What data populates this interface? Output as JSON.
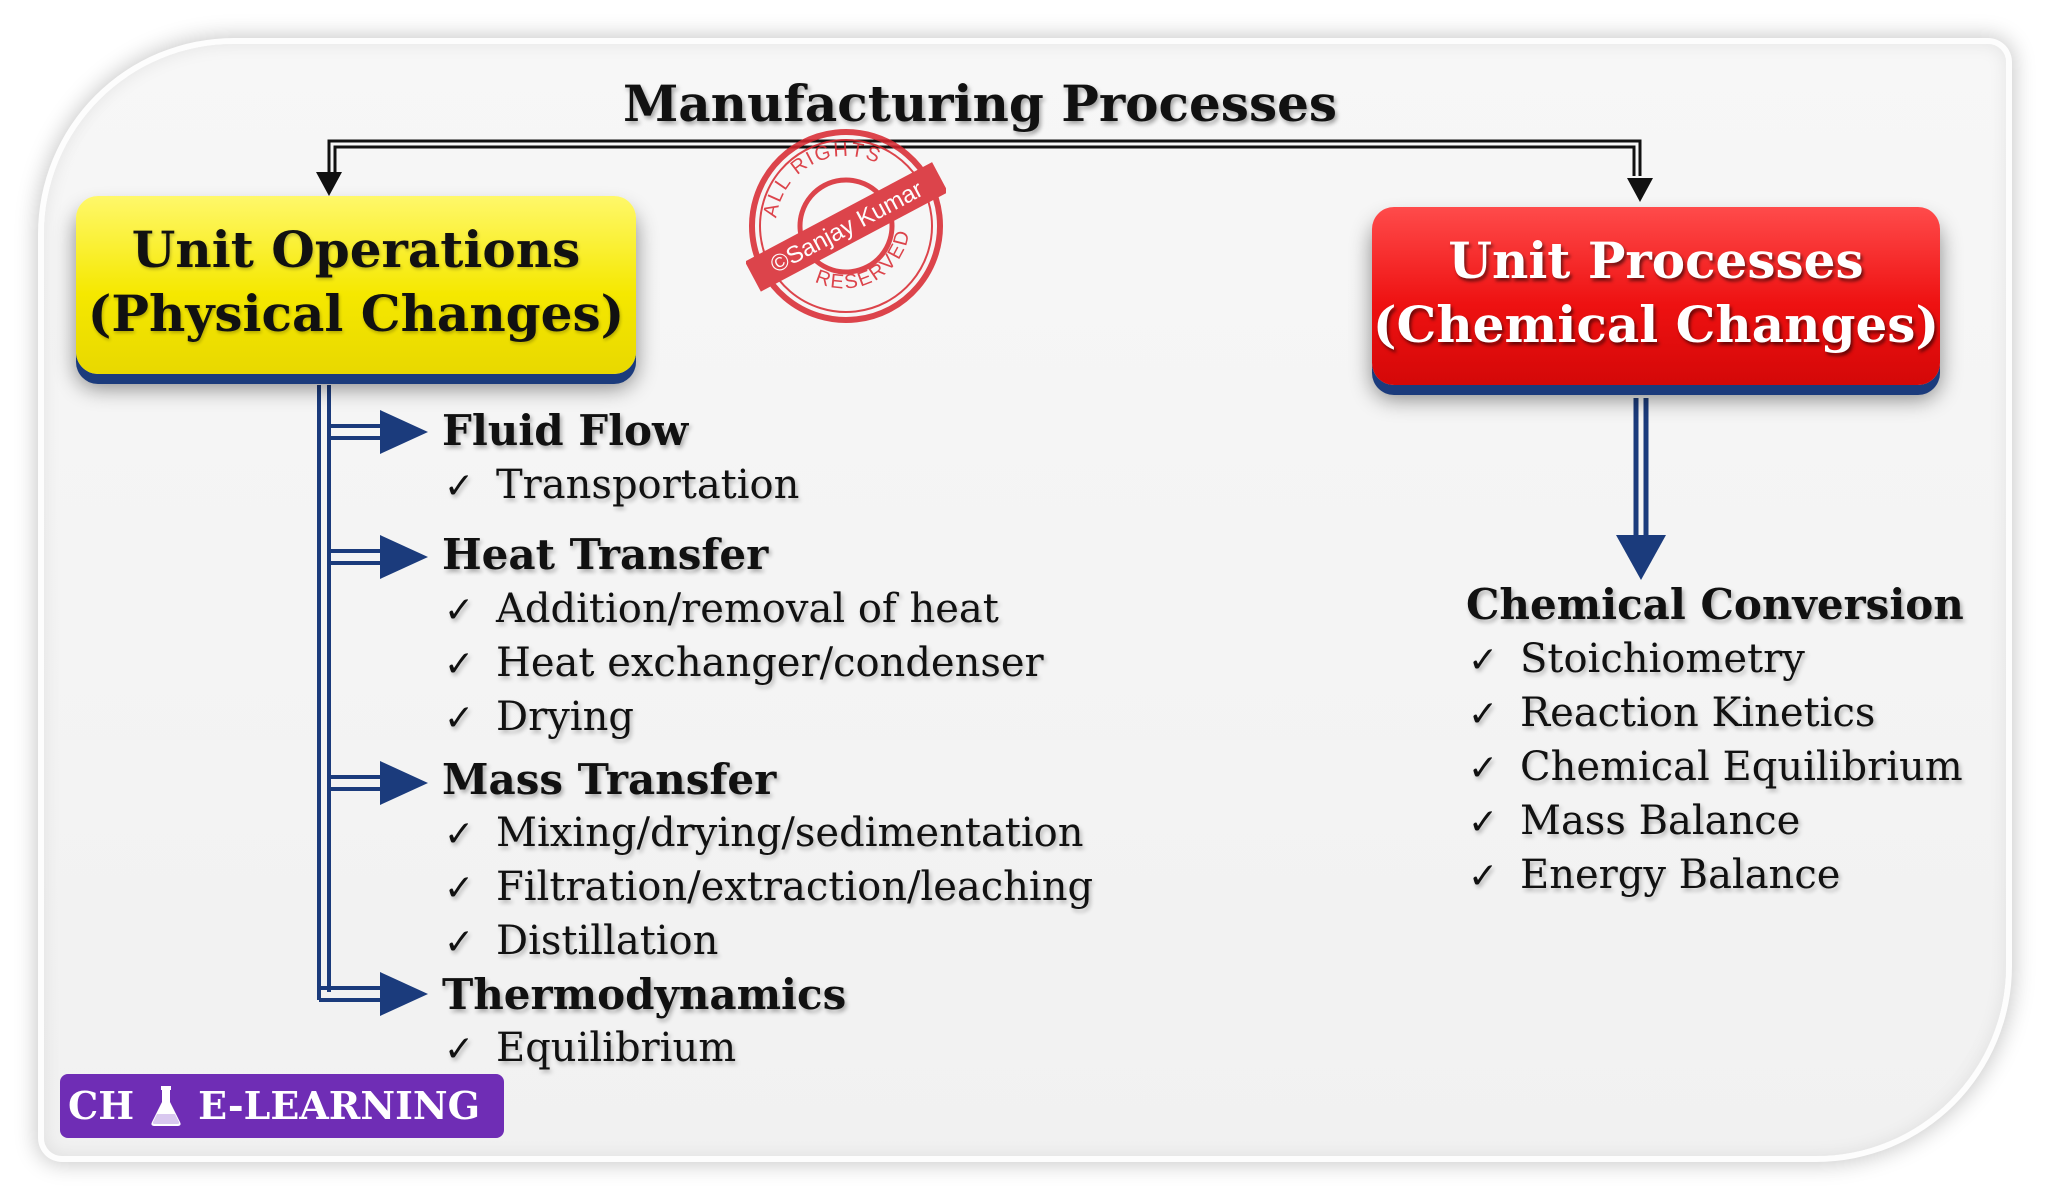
{
  "title": "Manufacturing Processes",
  "unit_operations": {
    "line1": "Unit Operations",
    "line2": "(Physical Changes)",
    "color": "#f5e800",
    "groups": [
      {
        "heading": "Fluid Flow",
        "items": [
          "Transportation"
        ]
      },
      {
        "heading": "Heat Transfer",
        "items": [
          "Addition/removal of heat",
          "Heat exchanger/condenser",
          "Drying"
        ]
      },
      {
        "heading": "Mass Transfer",
        "items": [
          "Mixing/drying/sedimentation",
          "Filtration/extraction/leaching",
          "Distillation"
        ]
      },
      {
        "heading": "Thermodynamics",
        "items": [
          "Equilibrium"
        ]
      }
    ]
  },
  "unit_processes": {
    "line1": "Unit Processes",
    "line2": "(Chemical Changes)",
    "color": "#ee1111",
    "group": {
      "heading": "Chemical Conversion",
      "items": [
        "Stoichiometry",
        "Reaction Kinetics",
        "Chemical Equilibrium",
        "Mass Balance",
        "Energy Balance"
      ]
    }
  },
  "check_mark": "✓",
  "stamp": {
    "top_text": "ALL RIGHTS",
    "band_text": "©Sanjay Kumar",
    "bottom_text": "RESERVED",
    "color": "#d8262e"
  },
  "badge": {
    "left_text": "CH",
    "right_text": "E-LEARNING",
    "color": "#6f2db5"
  },
  "connector_color": "#1b3b7c"
}
